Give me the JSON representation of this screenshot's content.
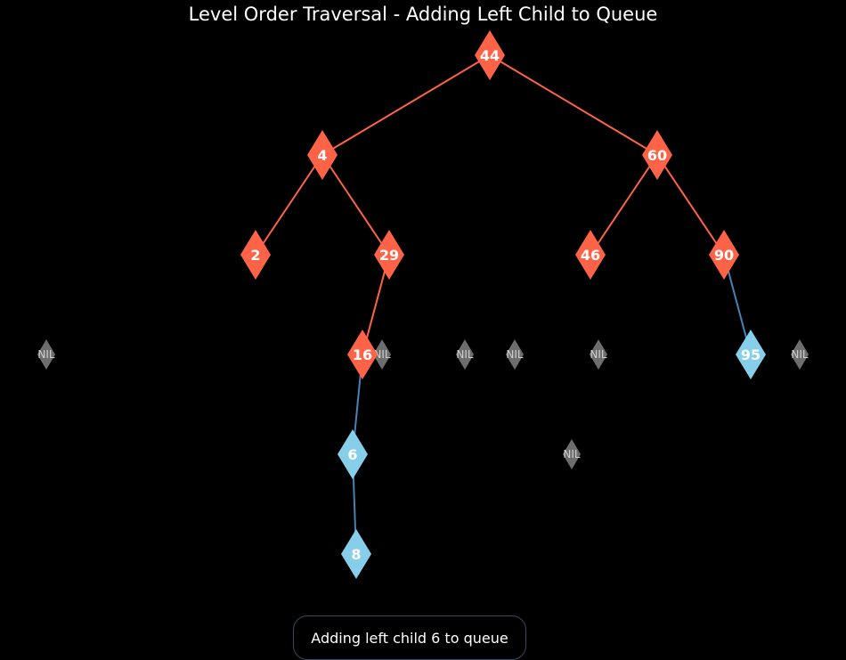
{
  "title": "Level Order Traversal - Adding Left Child to Queue",
  "status_text": "Adding left child 6 to queue",
  "colors": {
    "background": "#000000",
    "visited_node": "#FF6347",
    "queued_node": "#87CEEB",
    "nil_node": "#808080",
    "visited_edge": "#FF6347",
    "queued_edge": "#4682B4"
  },
  "nodes": [
    {
      "id": "n44",
      "label": "44",
      "state": "visited"
    },
    {
      "id": "n4",
      "label": "4",
      "state": "visited"
    },
    {
      "id": "n60",
      "label": "60",
      "state": "visited"
    },
    {
      "id": "n2",
      "label": "2",
      "state": "visited"
    },
    {
      "id": "n29",
      "label": "29",
      "state": "visited"
    },
    {
      "id": "n46",
      "label": "46",
      "state": "visited"
    },
    {
      "id": "n90",
      "label": "90",
      "state": "visited"
    },
    {
      "id": "n16",
      "label": "16",
      "state": "visited"
    },
    {
      "id": "n95",
      "label": "95",
      "state": "queued"
    },
    {
      "id": "n6",
      "label": "6",
      "state": "queued"
    },
    {
      "id": "n8",
      "label": "8",
      "state": "queued"
    }
  ],
  "nil_nodes": [
    {
      "id": "nil1",
      "label": "NIL"
    },
    {
      "id": "nil2",
      "label": "NIL"
    },
    {
      "id": "nil3",
      "label": "NIL"
    },
    {
      "id": "nil4",
      "label": "NIL"
    },
    {
      "id": "nil5",
      "label": "NIL"
    },
    {
      "id": "nil6",
      "label": "NIL"
    },
    {
      "id": "nil7",
      "label": "NIL"
    }
  ],
  "edges": [
    {
      "from": "n44",
      "to": "n4",
      "state": "visited"
    },
    {
      "from": "n44",
      "to": "n60",
      "state": "visited"
    },
    {
      "from": "n4",
      "to": "n2",
      "state": "visited"
    },
    {
      "from": "n4",
      "to": "n29",
      "state": "visited"
    },
    {
      "from": "n60",
      "to": "n46",
      "state": "visited"
    },
    {
      "from": "n60",
      "to": "n90",
      "state": "visited"
    },
    {
      "from": "n29",
      "to": "n16",
      "state": "visited"
    },
    {
      "from": "n90",
      "to": "n95",
      "state": "queued"
    },
    {
      "from": "n16",
      "to": "n6",
      "state": "queued"
    },
    {
      "from": "n6",
      "to": "n8",
      "state": "queued"
    }
  ]
}
